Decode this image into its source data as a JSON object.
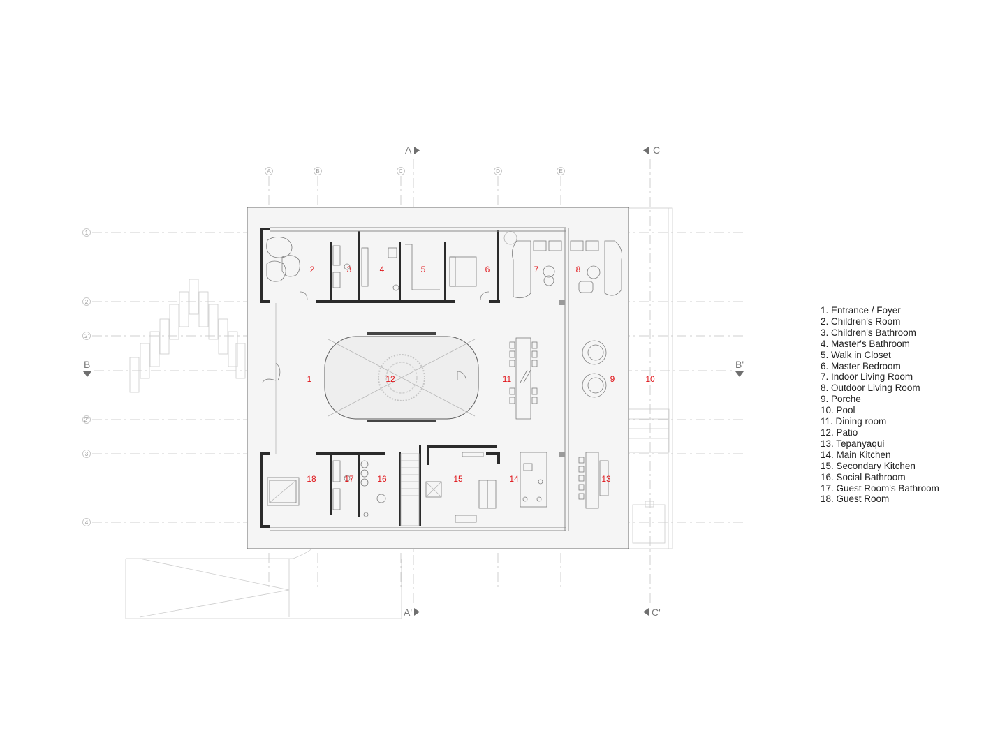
{
  "sections": {
    "a_top": "A",
    "a_bottom": "A'",
    "b_left": "B",
    "b_right": "B'",
    "c_top": "C",
    "c_bottom": "C'"
  },
  "grid_columns": [
    "A",
    "B",
    "C",
    "D",
    "E"
  ],
  "grid_rows": [
    "1",
    "2",
    "2'",
    "2\"",
    "3",
    "4"
  ],
  "room_numbers": [
    "1",
    "2",
    "3",
    "4",
    "5",
    "6",
    "7",
    "8",
    "9",
    "10",
    "11",
    "12",
    "13",
    "14",
    "15",
    "16",
    "17",
    "18"
  ],
  "legend": [
    "1. Entrance / Foyer",
    "2. Children's Room",
    "3. Children's Bathroom",
    "4. Master's Bathroom",
    "5. Walk in Closet",
    "6. Master Bedroom",
    "7. Indoor Living Room",
    "8. Outdoor Living Room",
    "9. Porche",
    "10. Pool",
    "11. Dining room",
    "12. Patio",
    "13. Tepanyaqui",
    "14. Main Kitchen",
    "15. Secondary Kitchen",
    "16. Social Bathroom",
    "17. Guest Room's Bathroom",
    "18. Guest Room"
  ],
  "colors": {
    "room_label": "#e0161b",
    "slab": "#f5f5f5",
    "wall": "#2b2b2b",
    "grid": "#cfcfcf"
  }
}
